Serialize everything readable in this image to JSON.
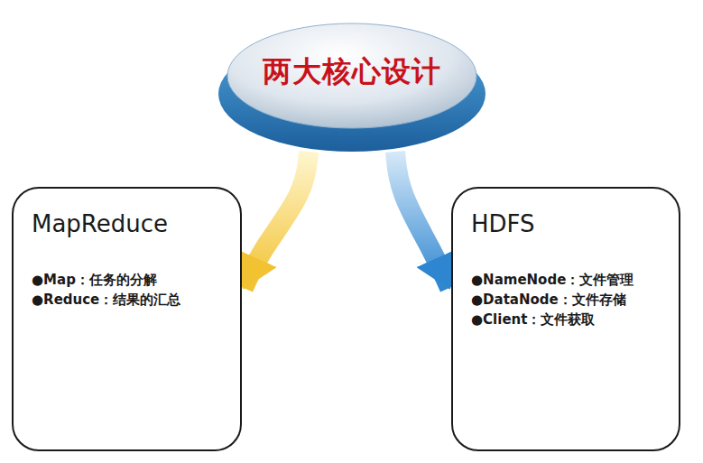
{
  "diagram": {
    "nodes": [
      {
        "text": [
          "两大核心设计"
        ]
      },
      {
        "text": [
          "MapReduce",
          "●Map：任务的分解",
          "●Reduce：结果的汇总"
        ]
      },
      {
        "text": [
          "HDFS",
          "●NameNode：文件管理",
          "●DataNode：文件存储",
          "●Client：文件获取"
        ]
      }
    ],
    "edges": [
      {
        "from": 0,
        "to": 1,
        "arrow": "to"
      },
      {
        "from": 0,
        "to": 2,
        "arrow": "to"
      }
    ]
  }
}
